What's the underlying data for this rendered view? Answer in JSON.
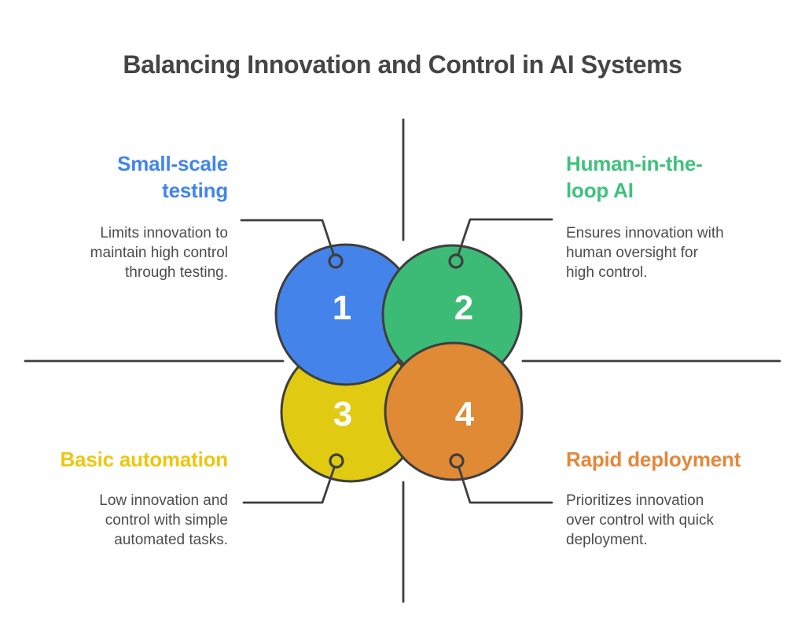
{
  "title": {
    "text": "Balancing Innovation and Control in AI Systems",
    "color": "#454545"
  },
  "body_text_color": "#4C4C4C",
  "background_color": "#FFFFFF",
  "quadrants": [
    {
      "number": "1",
      "heading": "Small-scale\ntesting",
      "description": "Limits innovation to\nmaintain high control\nthrough testing.",
      "heading_color": "#4285EC",
      "circle_color": "#4484EA",
      "position": "top-left"
    },
    {
      "number": "2",
      "heading": "Human-in-the-\nloop AI",
      "description": "Ensures innovation with\nhuman oversight for\nhigh control.",
      "heading_color": "#3EC27D",
      "circle_color": "#3CBB76",
      "position": "top-right"
    },
    {
      "number": "3",
      "heading": "Basic automation",
      "description": "Low innovation and\ncontrol with simple\nautomated tasks.",
      "heading_color": "#EDC60F",
      "circle_color": "#E0CB12",
      "position": "bottom-left"
    },
    {
      "number": "4",
      "heading": "Rapid deployment",
      "description": "Prioritizes innovation\nover control with quick\ndeployment.",
      "heading_color": "#E5873A",
      "circle_color": "#E08A35",
      "position": "bottom-right"
    }
  ],
  "diagram": {
    "line_color": "#3E3E3E",
    "number_color": "#FFFFFF"
  }
}
